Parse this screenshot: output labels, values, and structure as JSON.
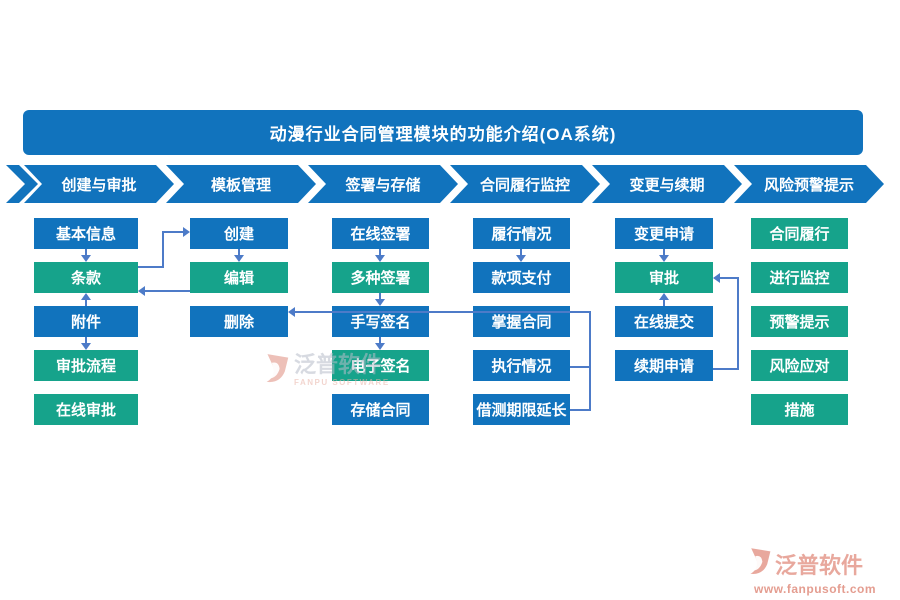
{
  "title": "动漫行业合同管理模块的功能介绍(OA系统)",
  "colors": {
    "blue": "#1173bd",
    "teal": "#16a38b",
    "connector": "#4d7bc8",
    "watermark_gray": "#b7bdc9",
    "watermark_salmon": "#e59a8d"
  },
  "columns": [
    {
      "header": "创建与审批",
      "items": [
        {
          "label": "基本信息",
          "color": "blue"
        },
        {
          "label": "条款",
          "color": "teal"
        },
        {
          "label": "附件",
          "color": "blue"
        },
        {
          "label": "审批流程",
          "color": "teal"
        },
        {
          "label": "在线审批",
          "color": "teal"
        }
      ]
    },
    {
      "header": "模板管理",
      "items": [
        {
          "label": "创建",
          "color": "blue"
        },
        {
          "label": "编辑",
          "color": "teal"
        },
        {
          "label": "删除",
          "color": "blue"
        }
      ]
    },
    {
      "header": "签署与存储",
      "items": [
        {
          "label": "在线签署",
          "color": "blue"
        },
        {
          "label": "多种签署",
          "color": "teal"
        },
        {
          "label": "手写签名",
          "color": "blue"
        },
        {
          "label": "电子签名",
          "color": "teal"
        },
        {
          "label": "存储合同",
          "color": "blue"
        }
      ]
    },
    {
      "header": "合同履行监控",
      "items": [
        {
          "label": "履行情况",
          "color": "blue"
        },
        {
          "label": "款项支付",
          "color": "blue"
        },
        {
          "label": "掌握合同",
          "color": "blue"
        },
        {
          "label": "执行情况",
          "color": "blue"
        },
        {
          "label": "借测期限延长",
          "color": "blue"
        }
      ]
    },
    {
      "header": "变更与续期",
      "items": [
        {
          "label": "变更申请",
          "color": "blue"
        },
        {
          "label": "审批",
          "color": "teal"
        },
        {
          "label": "在线提交",
          "color": "blue"
        },
        {
          "label": "续期申请",
          "color": "blue"
        }
      ]
    },
    {
      "header": "风险预警提示",
      "items": [
        {
          "label": "合同履行",
          "color": "teal"
        },
        {
          "label": "进行监控",
          "color": "teal"
        },
        {
          "label": "预警提示",
          "color": "teal"
        },
        {
          "label": "风险应对",
          "color": "teal"
        },
        {
          "label": "措施",
          "color": "teal"
        }
      ]
    }
  ],
  "watermarks": {
    "center": {
      "brand": "泛普软件",
      "sub": "FANPU SOFTWARE"
    },
    "corner": {
      "brand": "泛普软件",
      "url": "www.fanpusoft.com"
    }
  }
}
